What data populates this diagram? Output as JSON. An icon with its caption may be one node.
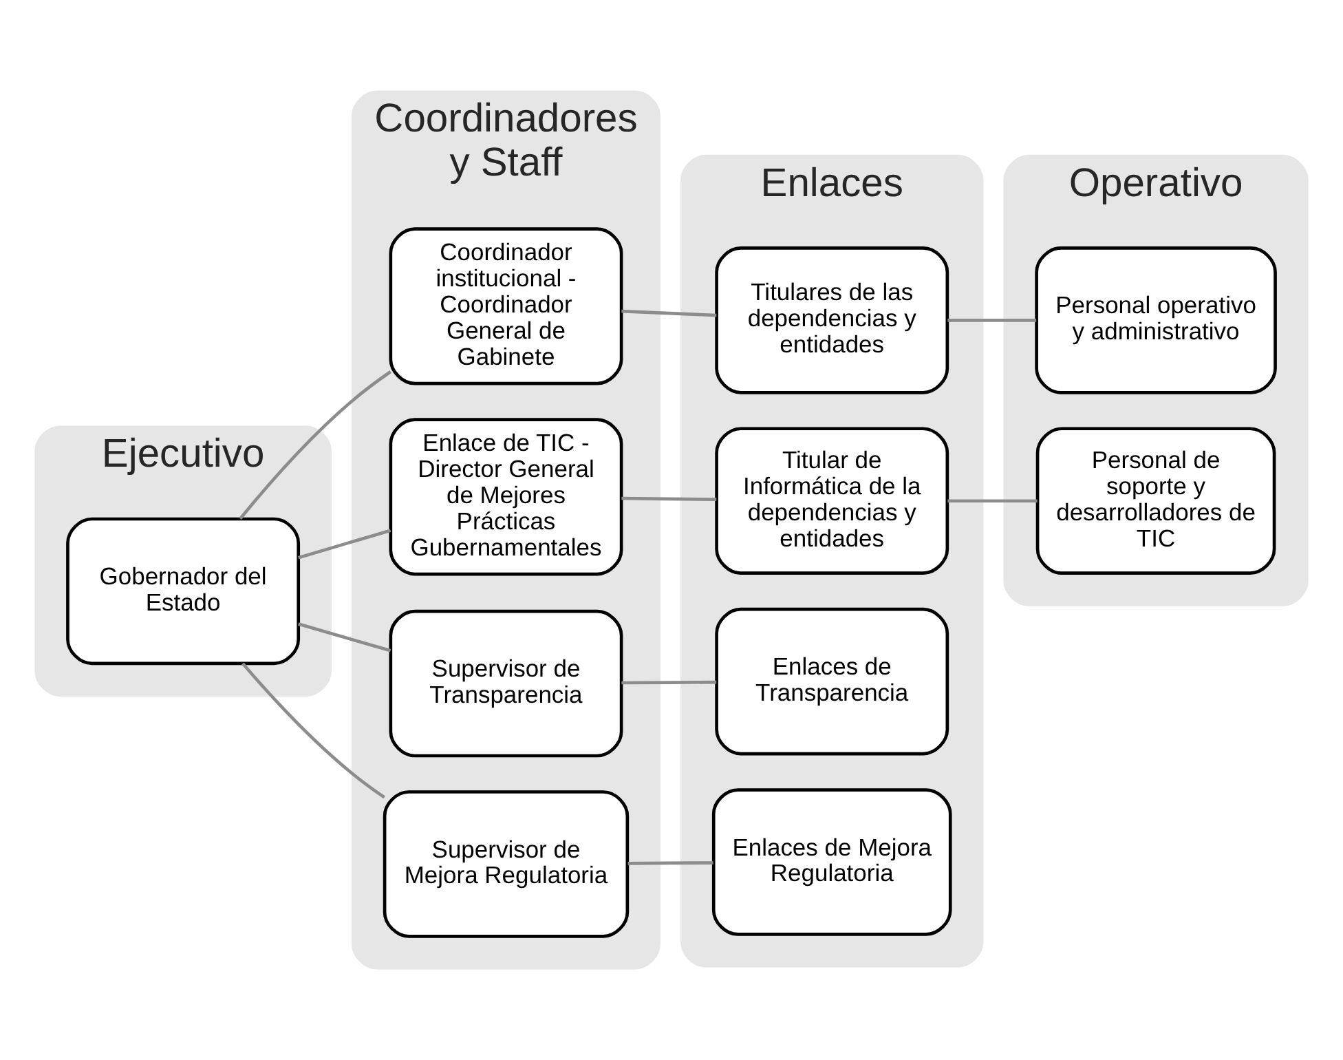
{
  "diagram": {
    "nodes": [
      {
        "text": [
          "Ejecutivo"
        ]
      },
      {
        "text": [
          "Coordinadores y Staff"
        ]
      },
      {
        "text": [
          "Enlaces"
        ]
      },
      {
        "text": [
          "Operativo"
        ]
      },
      {
        "text": [
          "Gobernador del Estado"
        ],
        "in": 0
      },
      {
        "text": [
          "Coordinador institucional - Coordinador General de Gabinete"
        ],
        "in": 1
      },
      {
        "text": [
          "Enlace de TIC - Director General de Mejores Prácticas Gubernamentales"
        ],
        "in": 1
      },
      {
        "text": [
          "Supervisor de Transparencia"
        ],
        "in": 1
      },
      {
        "text": [
          "Supervisor de Mejora Regulatoria"
        ],
        "in": 1
      },
      {
        "text": [
          "Titulares de las dependencias y entidades"
        ],
        "in": 2
      },
      {
        "text": [
          "Titular de Informática de la dependencias y entidades"
        ],
        "in": 2
      },
      {
        "text": [
          "Enlaces de Transparencia"
        ],
        "in": 2
      },
      {
        "text": [
          "Enlaces de Mejora Regulatoria"
        ],
        "in": 2
      },
      {
        "text": [
          "Personal operativo y administrativo"
        ],
        "in": 3
      },
      {
        "text": [
          "Personal de soporte y desarrolladores de TIC"
        ],
        "in": 3
      }
    ],
    "edges": [
      {
        "from": 4,
        "to": 5,
        "arrow": "none"
      },
      {
        "from": 4,
        "to": 6,
        "arrow": "none"
      },
      {
        "from": 4,
        "to": 7,
        "arrow": "none"
      },
      {
        "from": 4,
        "to": 8,
        "arrow": "none"
      },
      {
        "from": 5,
        "to": 9,
        "arrow": "none"
      },
      {
        "from": 6,
        "to": 10,
        "arrow": "none"
      },
      {
        "from": 7,
        "to": 11,
        "arrow": "none"
      },
      {
        "from": 8,
        "to": 12,
        "arrow": "none"
      },
      {
        "from": 9,
        "to": 13,
        "arrow": "none"
      },
      {
        "from": 10,
        "to": 14,
        "arrow": "none"
      }
    ]
  }
}
